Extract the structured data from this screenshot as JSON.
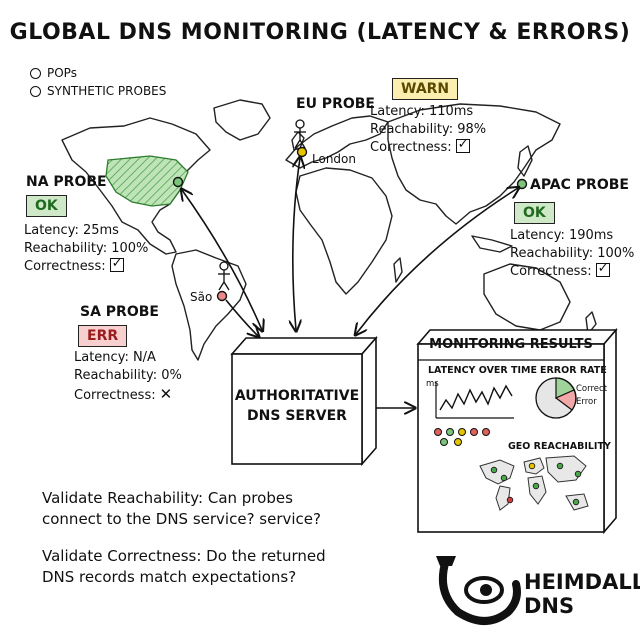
{
  "title": "GLOBAL DNS MONITORING (LATENCY & ERRORS)",
  "legend": {
    "pops": "POPs",
    "synthetic": "SYNTHETIC PROBES"
  },
  "probes": {
    "eu": {
      "name": "EU PROBE",
      "status": "WARN",
      "latency": "Latency: 110ms",
      "reachability": "Reachability: 98%",
      "correctness": "Correctness:",
      "city": "London"
    },
    "na": {
      "name": "NA PROBE",
      "status": "OK",
      "latency": "Latency: 25ms",
      "reachability": "Reachability: 100%",
      "correctness": "Correctness:"
    },
    "apac": {
      "name": "APAC PROBE",
      "status": "OK",
      "latency": "Latency: 190ms",
      "reachability": "Reachability: 100%",
      "correctness": "Correctness:"
    },
    "sa": {
      "name": "SA PROBE",
      "status": "ERR",
      "latency": "Latency: N/A",
      "reachability": "Reachability: 0%",
      "correctness": "Correctness:",
      "city": "São"
    }
  },
  "dns_server": {
    "line1": "AUTHORITATIVE",
    "line2": "DNS SERVER"
  },
  "results": {
    "title": "MONITORING RESULTS",
    "latency_label": "LATENCY OVER TIME",
    "latency_unit": "ms",
    "error_label": "ERROR RATE",
    "correct_label": "Correct",
    "error_item": "Error",
    "geo_label": "GEO REACHABILITY"
  },
  "notes": {
    "reach_line1": "Validate Reachability: Can probes",
    "reach_line2": "connect to the DNS service? service?",
    "correct_line1": "Validate Correctness: Do the returned",
    "correct_line2": "DNS records match expectations?"
  },
  "logo": {
    "line1": "HEIMDALL",
    "line2": "DNS"
  },
  "colors": {
    "ok": "#2e8b2e",
    "warn": "#e6c400",
    "err": "#d04040",
    "na_fill": "#9fd39a"
  }
}
